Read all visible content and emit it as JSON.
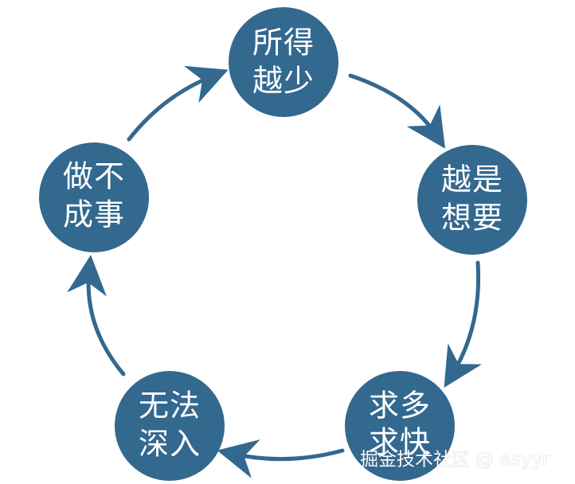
{
  "diagram": {
    "colors": {
      "node_fill": "#33688f",
      "arrow": "#33688f",
      "node_text": "#ffffff",
      "background": "#ffffff"
    },
    "nodes": [
      {
        "id": "top",
        "line1": "所得",
        "line2": "越少"
      },
      {
        "id": "right",
        "line1": "越是",
        "line2": "想要"
      },
      {
        "id": "bottom-right",
        "line1": "求多",
        "line2": "求快"
      },
      {
        "id": "bottom-left",
        "line1": "无法",
        "line2": "深入"
      },
      {
        "id": "left",
        "line1": "做不",
        "line2": "成事"
      }
    ],
    "cycle_direction": "clockwise"
  },
  "watermark": {
    "text": "掘金技术社区 @ asyyr"
  }
}
